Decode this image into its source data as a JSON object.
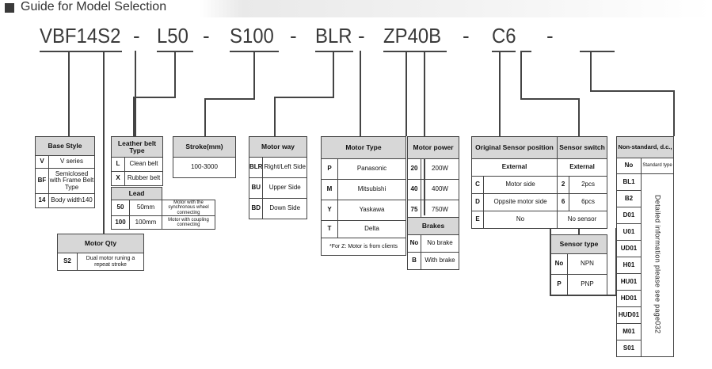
{
  "header": {
    "title": "Guide for Model Selection"
  },
  "model_code": {
    "parts": [
      "VBF14S2",
      "L50",
      "S100",
      "BLR",
      "ZP40B",
      "C6"
    ],
    "dash": "-"
  },
  "base_style": {
    "header": "Base Style",
    "rows": [
      {
        "code": "V",
        "desc": "V series"
      },
      {
        "code": "BF",
        "desc": "Semiclosed with Frame Belt Type"
      },
      {
        "code": "14",
        "desc": "Body width140"
      }
    ]
  },
  "leather_belt": {
    "header": "Leather belt Type",
    "rows": [
      {
        "code": "L",
        "desc": "Clean belt"
      },
      {
        "code": "X",
        "desc": "Rubber belt"
      }
    ],
    "lead_header": "Lead",
    "lead_rows": [
      {
        "code": "50",
        "value": "50mm",
        "desc": "Motor with the synchronous wheel connecting"
      },
      {
        "code": "100",
        "value": "100mm",
        "desc": "Motor with coupling connecting"
      }
    ]
  },
  "motor_qty": {
    "header": "Motor Qty",
    "rows": [
      {
        "code": "S2",
        "desc": "Dual motor runing a repeat stroke"
      }
    ]
  },
  "stroke": {
    "header": "Stroke(mm)",
    "value": "100-3000"
  },
  "motor_way": {
    "header": "Motor way",
    "rows": [
      {
        "code": "BLR",
        "desc": "Right/Left Side"
      },
      {
        "code": "BU",
        "desc": "Upper Side"
      },
      {
        "code": "BD",
        "desc": "Down Side"
      }
    ]
  },
  "motor_type": {
    "header": "Motor Type",
    "rows": [
      {
        "code": "P",
        "desc": "Panasonic"
      },
      {
        "code": "M",
        "desc": "Mitsubishi"
      },
      {
        "code": "Y",
        "desc": "Yaskawa"
      },
      {
        "code": "T",
        "desc": "Delta"
      }
    ],
    "note": "*For Z: Motor is from clients"
  },
  "motor_power": {
    "header": "Motor power",
    "rows": [
      {
        "code": "20",
        "value": "200W"
      },
      {
        "code": "40",
        "value": "400W"
      },
      {
        "code": "75",
        "value": "750W"
      }
    ]
  },
  "brakes": {
    "header": "Brakes",
    "rows": [
      {
        "code": "No",
        "desc": "No brake"
      },
      {
        "code": "B",
        "desc": "With brake"
      }
    ]
  },
  "sensor_position": {
    "header": "Original Sensor position",
    "sub": "External",
    "rows": [
      {
        "code": "C",
        "desc": "Motor side"
      },
      {
        "code": "D",
        "desc": "Oppsite motor side"
      },
      {
        "code": "E",
        "desc": "No"
      }
    ]
  },
  "sensor_switch": {
    "header": "Sensor switch",
    "sub": "External",
    "rows": [
      {
        "code": "2",
        "value": "2pcs"
      },
      {
        "code": "6",
        "value": "6pcs"
      }
    ],
    "none": "No sensor"
  },
  "sensor_type": {
    "header": "Sensor type",
    "rows": [
      {
        "code": "No",
        "value": "NPN"
      },
      {
        "code": "P",
        "value": "PNP"
      }
    ]
  },
  "non_standard": {
    "header": "Non-standard, d.c.,",
    "first": {
      "code": "No",
      "desc": "Standard type"
    },
    "codes": [
      "BL1",
      "B2",
      "D01",
      "U01",
      "UD01",
      "H01",
      "HU01",
      "HD01",
      "HUD01",
      "M01",
      "S01"
    ],
    "side_note": "Detailed information please see page032"
  }
}
